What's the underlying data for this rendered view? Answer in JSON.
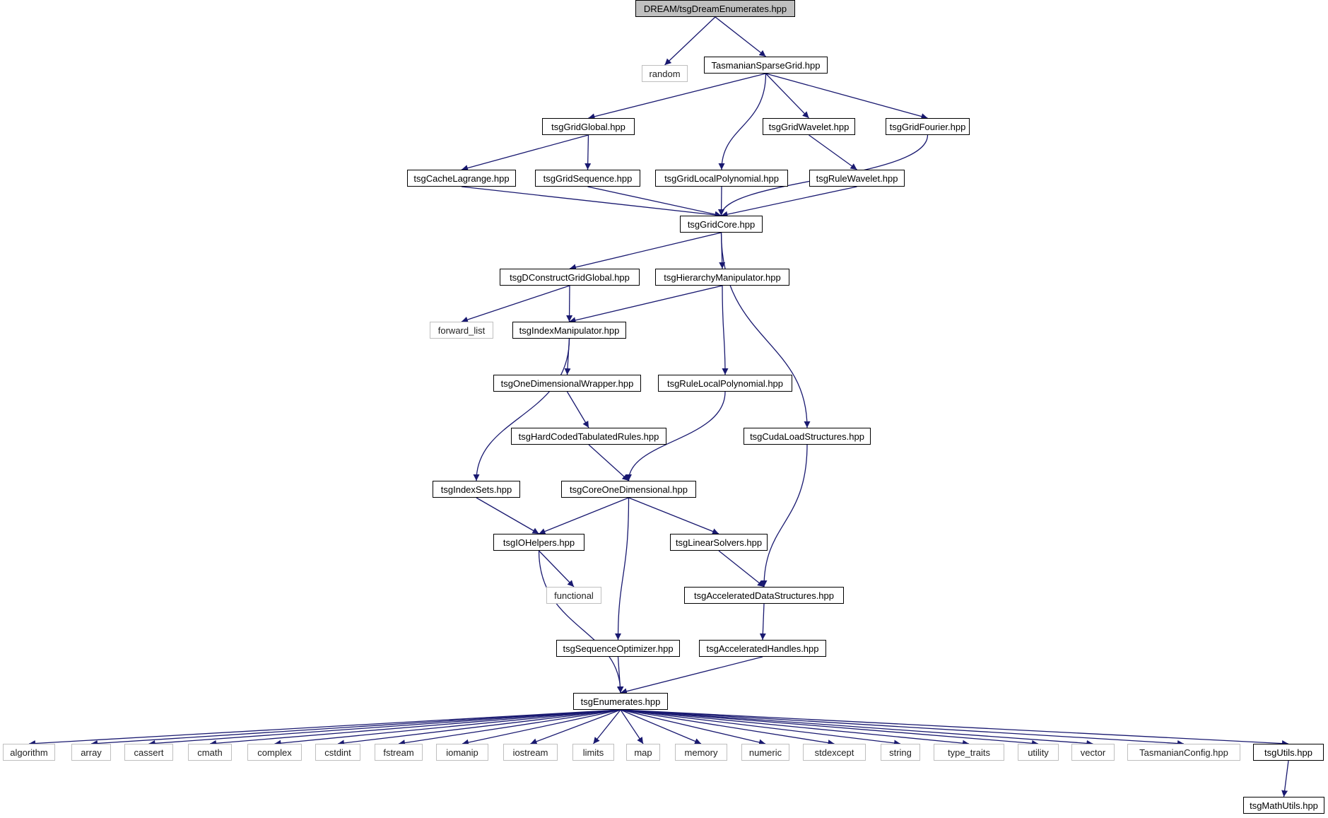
{
  "colors": {
    "edge": "#191970",
    "internal_border": "#000000",
    "external_border": "#bfbfbf",
    "root_fill": "#bfbfbf"
  },
  "nodes": [
    {
      "id": "root",
      "label": "DREAM/tsgDreamEnumerates.hpp",
      "kind": "root"
    },
    {
      "id": "random",
      "label": "random",
      "kind": "external"
    },
    {
      "id": "tsg",
      "label": "TasmanianSparseGrid.hpp",
      "kind": "internal"
    },
    {
      "id": "global",
      "label": "tsgGridGlobal.hpp",
      "kind": "internal"
    },
    {
      "id": "wavelet",
      "label": "tsgGridWavelet.hpp",
      "kind": "internal"
    },
    {
      "id": "fourier",
      "label": "tsgGridFourier.hpp",
      "kind": "internal"
    },
    {
      "id": "cachelag",
      "label": "tsgCacheLagrange.hpp",
      "kind": "internal"
    },
    {
      "id": "sequence",
      "label": "tsgGridSequence.hpp",
      "kind": "internal"
    },
    {
      "id": "localpoly",
      "label": "tsgGridLocalPolynomial.hpp",
      "kind": "internal"
    },
    {
      "id": "rulewavelet",
      "label": "tsgRuleWavelet.hpp",
      "kind": "internal"
    },
    {
      "id": "core",
      "label": "tsgGridCore.hpp",
      "kind": "internal"
    },
    {
      "id": "dconstruct",
      "label": "tsgDConstructGridGlobal.hpp",
      "kind": "internal"
    },
    {
      "id": "hierarchy",
      "label": "tsgHierarchyManipulator.hpp",
      "kind": "internal"
    },
    {
      "id": "forwardlist",
      "label": "forward_list",
      "kind": "external"
    },
    {
      "id": "indexmanip",
      "label": "tsgIndexManipulator.hpp",
      "kind": "internal"
    },
    {
      "id": "onedimwrap",
      "label": "tsgOneDimensionalWrapper.hpp",
      "kind": "internal"
    },
    {
      "id": "rulelocalpoly",
      "label": "tsgRuleLocalPolynomial.hpp",
      "kind": "internal"
    },
    {
      "id": "hardcoded",
      "label": "tsgHardCodedTabulatedRules.hpp",
      "kind": "internal"
    },
    {
      "id": "cudaload",
      "label": "tsgCudaLoadStructures.hpp",
      "kind": "internal"
    },
    {
      "id": "indexsets",
      "label": "tsgIndexSets.hpp",
      "kind": "internal"
    },
    {
      "id": "core1d",
      "label": "tsgCoreOneDimensional.hpp",
      "kind": "internal"
    },
    {
      "id": "iohelpers",
      "label": "tsgIOHelpers.hpp",
      "kind": "internal"
    },
    {
      "id": "linsolvers",
      "label": "tsgLinearSolvers.hpp",
      "kind": "internal"
    },
    {
      "id": "functional",
      "label": "functional",
      "kind": "external"
    },
    {
      "id": "accelds",
      "label": "tsgAcceleratedDataStructures.hpp",
      "kind": "internal"
    },
    {
      "id": "seqopt",
      "label": "tsgSequenceOptimizer.hpp",
      "kind": "internal"
    },
    {
      "id": "accelhandles",
      "label": "tsgAcceleratedHandles.hpp",
      "kind": "internal"
    },
    {
      "id": "enumerates",
      "label": "tsgEnumerates.hpp",
      "kind": "internal"
    },
    {
      "id": "algorithm",
      "label": "algorithm",
      "kind": "external"
    },
    {
      "id": "array",
      "label": "array",
      "kind": "external"
    },
    {
      "id": "cassert",
      "label": "cassert",
      "kind": "external"
    },
    {
      "id": "cmath",
      "label": "cmath",
      "kind": "external"
    },
    {
      "id": "complex",
      "label": "complex",
      "kind": "external"
    },
    {
      "id": "cstdint",
      "label": "cstdint",
      "kind": "external"
    },
    {
      "id": "fstream",
      "label": "fstream",
      "kind": "external"
    },
    {
      "id": "iomanip",
      "label": "iomanip",
      "kind": "external"
    },
    {
      "id": "iostream",
      "label": "iostream",
      "kind": "external"
    },
    {
      "id": "limits",
      "label": "limits",
      "kind": "external"
    },
    {
      "id": "map",
      "label": "map",
      "kind": "external"
    },
    {
      "id": "memory",
      "label": "memory",
      "kind": "external"
    },
    {
      "id": "numeric",
      "label": "numeric",
      "kind": "external"
    },
    {
      "id": "stdexcept",
      "label": "stdexcept",
      "kind": "external"
    },
    {
      "id": "string",
      "label": "string",
      "kind": "external"
    },
    {
      "id": "typetraits",
      "label": "type_traits",
      "kind": "external"
    },
    {
      "id": "utility",
      "label": "utility",
      "kind": "external"
    },
    {
      "id": "vector",
      "label": "vector",
      "kind": "external"
    },
    {
      "id": "tasconfig",
      "label": "TasmanianConfig.hpp",
      "kind": "external"
    },
    {
      "id": "utils",
      "label": "tsgUtils.hpp",
      "kind": "internal"
    },
    {
      "id": "mathutils",
      "label": "tsgMathUtils.hpp",
      "kind": "internal"
    }
  ],
  "edges": [
    [
      "root",
      "random"
    ],
    [
      "root",
      "tsg"
    ],
    [
      "tsg",
      "global"
    ],
    [
      "tsg",
      "localpoly"
    ],
    [
      "tsg",
      "wavelet"
    ],
    [
      "tsg",
      "fourier"
    ],
    [
      "global",
      "cachelag"
    ],
    [
      "global",
      "sequence"
    ],
    [
      "wavelet",
      "rulewavelet"
    ],
    [
      "cachelag",
      "core"
    ],
    [
      "sequence",
      "core"
    ],
    [
      "localpoly",
      "core"
    ],
    [
      "rulewavelet",
      "core"
    ],
    [
      "fourier",
      "core"
    ],
    [
      "core",
      "dconstruct"
    ],
    [
      "core",
      "hierarchy"
    ],
    [
      "core",
      "cudaload"
    ],
    [
      "dconstruct",
      "forwardlist"
    ],
    [
      "dconstruct",
      "indexmanip"
    ],
    [
      "hierarchy",
      "indexmanip"
    ],
    [
      "hierarchy",
      "rulelocalpoly"
    ],
    [
      "indexmanip",
      "indexsets"
    ],
    [
      "indexmanip",
      "onedimwrap"
    ],
    [
      "onedimwrap",
      "hardcoded"
    ],
    [
      "hardcoded",
      "core1d"
    ],
    [
      "rulelocalpoly",
      "core1d"
    ],
    [
      "cudaload",
      "accelds"
    ],
    [
      "indexsets",
      "iohelpers"
    ],
    [
      "core1d",
      "iohelpers"
    ],
    [
      "core1d",
      "seqopt"
    ],
    [
      "core1d",
      "linsolvers"
    ],
    [
      "iohelpers",
      "functional"
    ],
    [
      "iohelpers",
      "enumerates"
    ],
    [
      "linsolvers",
      "accelds"
    ],
    [
      "accelds",
      "accelhandles"
    ],
    [
      "seqopt",
      "enumerates"
    ],
    [
      "accelhandles",
      "enumerates"
    ],
    [
      "enumerates",
      "algorithm"
    ],
    [
      "enumerates",
      "array"
    ],
    [
      "enumerates",
      "cassert"
    ],
    [
      "enumerates",
      "cmath"
    ],
    [
      "enumerates",
      "complex"
    ],
    [
      "enumerates",
      "cstdint"
    ],
    [
      "enumerates",
      "fstream"
    ],
    [
      "enumerates",
      "iomanip"
    ],
    [
      "enumerates",
      "iostream"
    ],
    [
      "enumerates",
      "limits"
    ],
    [
      "enumerates",
      "map"
    ],
    [
      "enumerates",
      "memory"
    ],
    [
      "enumerates",
      "numeric"
    ],
    [
      "enumerates",
      "stdexcept"
    ],
    [
      "enumerates",
      "string"
    ],
    [
      "enumerates",
      "typetraits"
    ],
    [
      "enumerates",
      "utility"
    ],
    [
      "enumerates",
      "vector"
    ],
    [
      "enumerates",
      "tasconfig"
    ],
    [
      "enumerates",
      "utils"
    ],
    [
      "utils",
      "mathutils"
    ]
  ]
}
